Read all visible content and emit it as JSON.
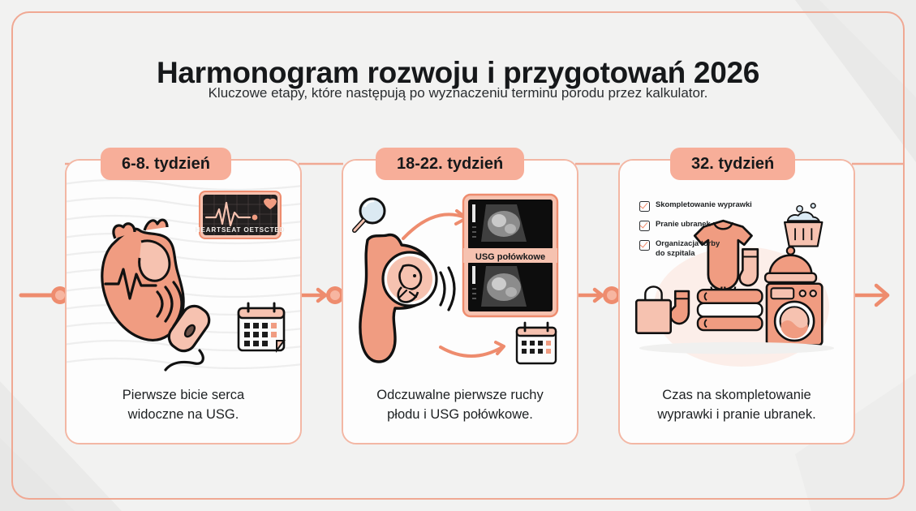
{
  "header": {
    "title": "Harmonogram rozwoju i przygotowań 2026",
    "subtitle": "Kluczowe etapy, które następują po wyznaczeniu terminu porodu przez kalkulator."
  },
  "colors": {
    "accent": "#F7AE99",
    "accent_line": "#EE8C6E",
    "border": "#F3B7A4",
    "frame": "#F0A893",
    "fill_light": "#F6C2B0",
    "fill_mid": "#F09C81",
    "ink": "#16181a",
    "page_bg": "#f2f2f1",
    "card_bg": "#fdfdfd",
    "screen_bg": "#221f1f"
  },
  "timeline": {
    "nodes": 3,
    "start_dot": "timeline-node",
    "end_arrow": "arrow-right-icon"
  },
  "cards": [
    {
      "id": "card-week-6-8",
      "badge": "6-8. tydzień",
      "caption": "Pierwsze bicie serca\nwidoczne na USG.",
      "caption_line1": "Pierwsze bicie serca",
      "caption_line2": "widoczne na USG.",
      "monitor_label": "HEARTSEAT OETSCTED",
      "icons": [
        "anatomical-heart-icon",
        "ecg-monitor-icon",
        "ultrasound-probe-icon",
        "calendar-icon",
        "heart-icon"
      ]
    },
    {
      "id": "card-week-18-22",
      "badge": "18-22. tydzień",
      "caption": "Odczuwalne pierwsze ruchy\npłodu i USG połówkowe.",
      "caption_line1": "Odczuwalne pierwsze ruchy",
      "caption_line2": "płodu i USG połówkowe.",
      "scan_label": "USG połówkowe",
      "icons": [
        "magnifier-icon",
        "pregnant-belly-icon",
        "fetus-icon",
        "ultrasound-scan-icon",
        "curved-arrow-icon",
        "calendar-icon"
      ]
    },
    {
      "id": "card-week-32",
      "badge": "32. tydzień",
      "caption": "Czas na skompletowanie\nwyprawki i pranie ubranek.",
      "caption_line1": "Czas na skompletowanie",
      "caption_line2": "wyprawki i pranie ubranek.",
      "checklist": [
        "Skompletowanie wyprawki",
        "Pranie ubranek",
        "Organizacja torby\ndo szpitala"
      ],
      "checklist_flat": [
        {
          "line1": "Skompletowanie wyprawki",
          "line2": ""
        },
        {
          "line1": "Pranie ubranek",
          "line2": ""
        },
        {
          "line1": "Organizacja torby",
          "line2": "do szpitala"
        }
      ],
      "icons": [
        "laundry-basket-icon",
        "baby-onesie-icon",
        "socks-icon",
        "folded-towels-icon",
        "washing-machine-icon",
        "bonnet-icon",
        "shopping-bag-icon"
      ]
    }
  ]
}
